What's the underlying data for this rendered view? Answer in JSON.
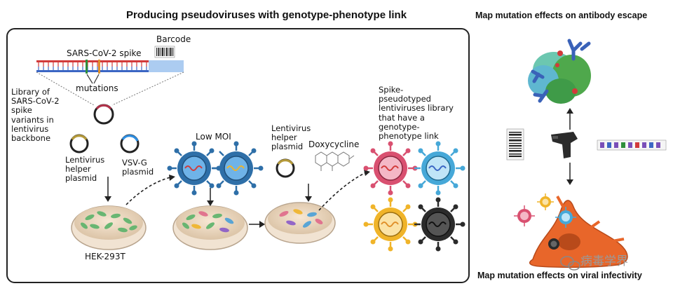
{
  "headings": {
    "main": "Producing pseudoviruses with genotype-phenotype link",
    "escape": "Map mutation effects on antibody escape",
    "infectivity": "Map mutation effects on viral infectivity"
  },
  "labels": {
    "spike": "SARS-CoV-2 spike",
    "barcode": "Barcode",
    "mutations": "mutations",
    "library": "Library of\nSARS-CoV-2\nspike\nvariants in\nlentivirus\nbackbone",
    "helper1": "Lentivirus\nhelper\nplasmid",
    "vsvg": "VSV-G\nplasmid",
    "low_moi": "Low MOI",
    "helper2": "Lentivirus\nhelper\nplasmid",
    "doxycycline": "Doxycycline",
    "result": "Spike-\npseudotyped\nlentiviruses library\nthat have a\ngenotype-\nphenotype link",
    "cells": "HEK-293T"
  },
  "watermark": "病毒学界",
  "colors": {
    "dna_red": "#d23a3a",
    "dna_blue": "#3b66c4",
    "barcode_blue": "#9ec3ee",
    "virus_blue": "#2e6fa8",
    "virus_pink": "#d95070",
    "virus_lightblue": "#46a8d8",
    "virus_yellow": "#f0b429",
    "virus_dark": "#2b2b2b",
    "cell_orange": "#e8662a",
    "protein_green": "#4fa84c",
    "antibody_blue": "#3a62b8"
  }
}
